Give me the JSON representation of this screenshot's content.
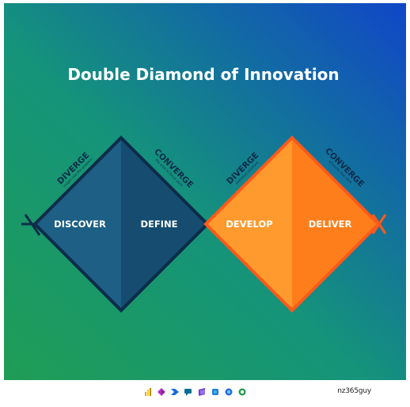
{
  "title": "Double Diamond of Innovation",
  "phases": {
    "discover": "DISCOVER",
    "define": "DEFINE",
    "develop": "DEVELOP",
    "deliver": "DELIVER"
  },
  "modes": {
    "diverge_1": "DIVERGE",
    "converge_1": "CONVERGE",
    "diverge_2": "DIVERGE",
    "converge_2": "CONVERGE"
  },
  "subtitles": {
    "diverge_1": "insight into the problem",
    "converge_1": "the area to focus upon",
    "diverge_2": "potential solutions",
    "converge_2": "solutions that work"
  },
  "footer": {
    "brand": "nz365guy",
    "icons": [
      "power-bi-icon",
      "power-apps-icon",
      "power-automate-icon",
      "power-virtual-agents-icon",
      "power-pages-icon",
      "dataverse-icon",
      "copilot-icon",
      "loop-icon"
    ]
  },
  "colors": {
    "background_from": "#1f9d55",
    "background_to": "#1046c8",
    "diamond_one_left": "#1d5f85",
    "diamond_one_right": "#154c6f",
    "diamond_one_outline": "#0d2c4a",
    "diamond_two_left": "#ff9a2e",
    "diamond_two_right": "#ff7e1c",
    "diamond_two_outline": "#ff5a1a"
  }
}
